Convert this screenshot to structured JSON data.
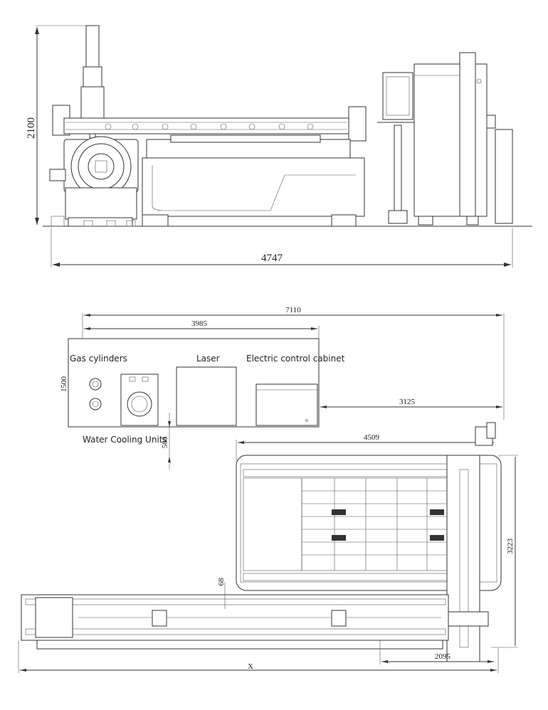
{
  "dimensions": {
    "side_height": "2100",
    "side_width": "4747",
    "total_length": "7110",
    "cabinet_span": "3985",
    "cabinet_depth": "1500",
    "gap_to_machine": "500",
    "cabinet_offset": "3125",
    "bed_width": "4509",
    "machine_depth": "3223",
    "tube_offset": "68",
    "frame_overhang": "2095",
    "overall_x": "X"
  },
  "labels": {
    "gas_cylinders": "Gas cylinders",
    "laser": "Laser",
    "electric_cabinet": "Electric control cabinet",
    "water_cooling": "Water Cooling Units"
  },
  "colors": {
    "line": "#333333",
    "background": "#ffffff"
  }
}
